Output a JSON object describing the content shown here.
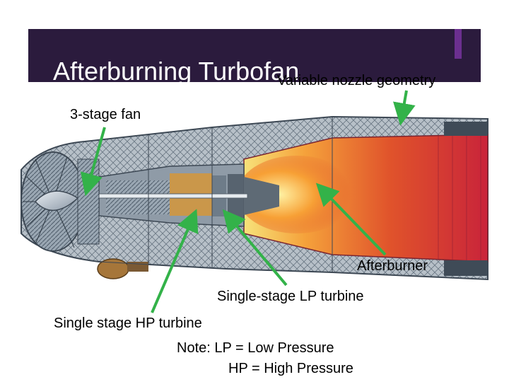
{
  "slide": {
    "title": "Afterburning Turbofan",
    "accent_color": "#6b2f8f",
    "title_bar_color": "#2b1b3d",
    "arrow_color": "#33b249"
  },
  "labels": {
    "nozzle": "Variable nozzle geometry",
    "fan": "3-stage fan",
    "afterburner": "Afterburner",
    "lp_turbine": "Single-stage LP turbine",
    "hp_turbine": "Single stage HP turbine"
  },
  "note": {
    "line1": "Note:  LP = Low Pressure",
    "line2": "HP = High Pressure"
  }
}
